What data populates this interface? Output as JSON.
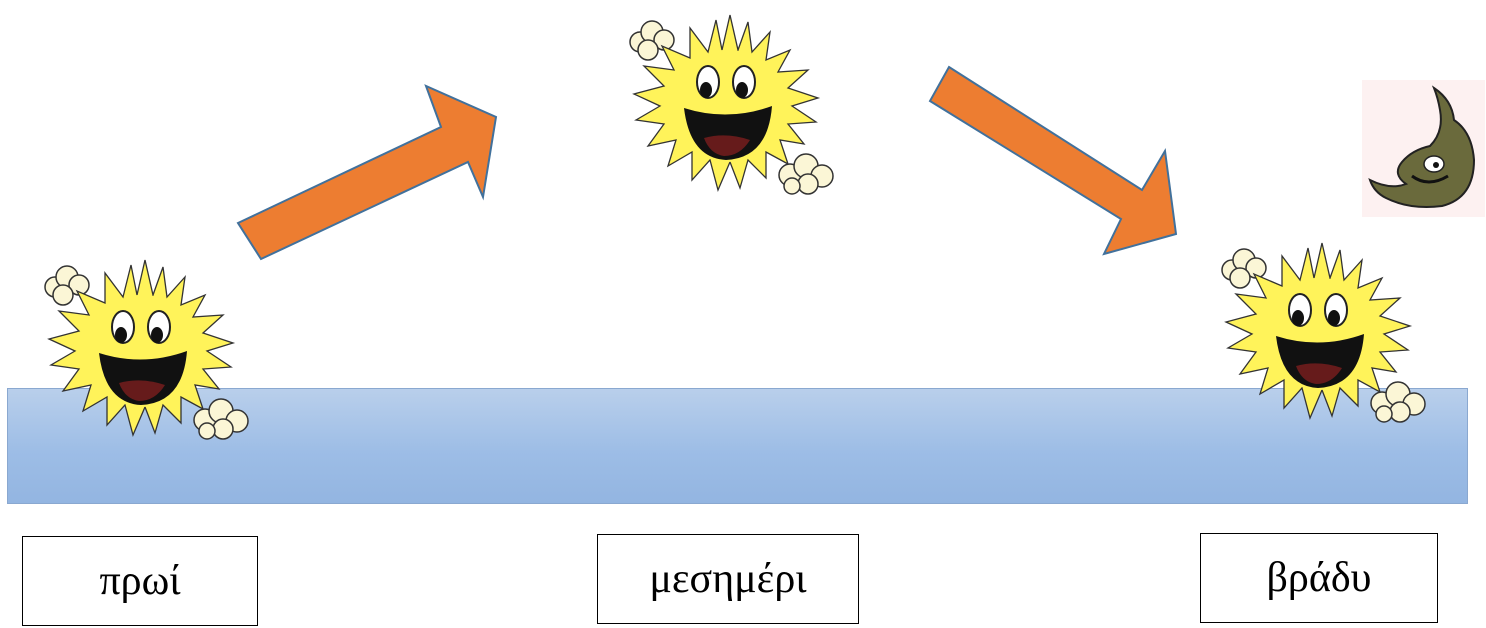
{
  "labels": {
    "morning": "πρωί",
    "noon": "μεσημέρι",
    "evening": "βράδυ"
  },
  "icons": {
    "sun": "smiling-sun-icon",
    "moon": "crescent-moon-icon",
    "arrow_up": "arrow-up-right-icon",
    "arrow_down": "arrow-down-right-icon"
  },
  "colors": {
    "arrow_fill": "#ed7d31",
    "arrow_stroke": "#41719c",
    "sun_yellow": "#fff35a",
    "horizon_blue": "#9dbde6",
    "moon": "#6a6a3c"
  }
}
